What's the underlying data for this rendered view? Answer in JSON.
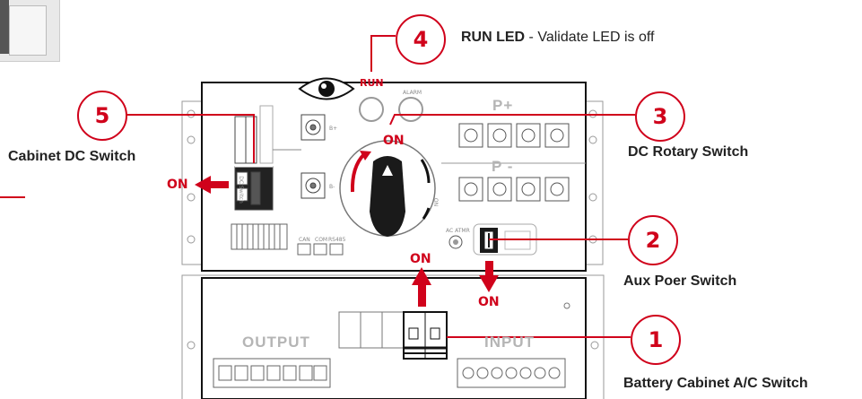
{
  "callouts": [
    {
      "number": "1",
      "label": "Battery Cabinet A/C Switch"
    },
    {
      "number": "2",
      "label": "Aux Poer Switch"
    },
    {
      "number": "3",
      "label": "DC Rotary Switch"
    },
    {
      "number": "4",
      "label_bold": "RUN LED",
      "label_rest": " - Validate LED is off"
    },
    {
      "number": "5",
      "label": "Cabinet DC Switch"
    }
  ],
  "on_text": "ON",
  "run_text": "RUN",
  "alarm_text": "ALARM",
  "panel_text": {
    "p_plus": "P+",
    "p_minus": "P -",
    "output": "OUTPUT",
    "input": "INPUT",
    "b_plus": "B+",
    "b_minus": "B-",
    "dc_switch": "DC Switch",
    "on_small": "ON",
    "ac_atmr": "AC ATMR",
    "can": "CAN",
    "com": "COM",
    "rs485": "RS485"
  },
  "colors": {
    "accent": "#d0021b",
    "panel_line": "#111111"
  }
}
